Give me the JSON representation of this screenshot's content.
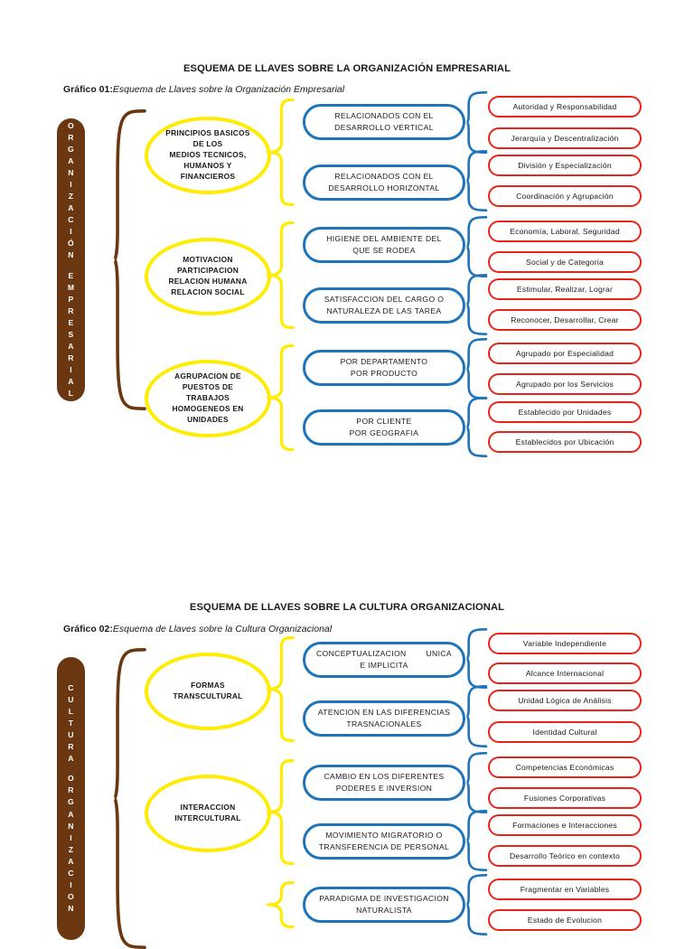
{
  "charts": [
    {
      "doc_title": "ESQUEMA DE LLAVES SOBRE LA ORGANIZACIÓN EMPRESARIAL",
      "caption_label": "Gráfico 01:",
      "caption_text": "Esquema de Llaves sobre la Organización Empresarial",
      "root_label": "ORGANIZACIÓN EMPRESARIAL",
      "root_line1": "ORGANIZACIÓN",
      "root_line2": "EMPRESARIAL",
      "colors": {
        "root": "#6b3710",
        "level1": "#ffec00",
        "level2": "#1d74ba",
        "level3": "#e8231b"
      },
      "branches": [
        {
          "level1": "PRINCIPIOS BASICOS\nDE LOS\nMEDIOS TECNICOS,\nHUMANOS Y\nFINANCIEROS",
          "level2": [
            {
              "line1": "RELACIONADOS CON EL",
              "line2": "DESARROLLO VERTICAL",
              "justified": false,
              "level3": [
                "Autoridad y Responsabilidad",
                "Jerarquía y Descentralización"
              ]
            },
            {
              "line1": "RELACIONADOS CON EL",
              "line2": "DESARROLLO HORIZONTAL",
              "justified": false,
              "level3": [
                "División y Especialización",
                "Coordinación y Agrupación"
              ]
            }
          ]
        },
        {
          "level1": "MOTIVACION\nPARTICIPACION\nRELACION HUMANA\nRELACION SOCIAL",
          "level2": [
            {
              "line1": "HIGIENE DEL AMBIENTE DEL",
              "line2": "QUE SE RODEA",
              "justified": false,
              "level3": [
                "Economía, Laboral, Seguridad",
                "Social y de Categoria"
              ]
            },
            {
              "line1": "SATISFACCION DEL CARGO O",
              "line2": "NATURALEZA DE LAS TAREA",
              "justified": false,
              "level3": [
                "Estimular, Realizar, Lograr",
                "Reconocer, Desarrollar, Crear"
              ]
            }
          ]
        },
        {
          "level1": "AGRUPACION DE\nPUESTOS DE\nTRABAJOS\nHOMOGENEOS EN\nUNIDADES",
          "level2": [
            {
              "line1": "POR DEPARTAMENTO",
              "line2": "POR PRODUCTO",
              "justified": false,
              "level3": [
                "Agrupado por Especialidad",
                "Agrupado por los Servicios"
              ]
            },
            {
              "line1": "POR CLIENTE",
              "line2": "POR GEOGRAFIA",
              "justified": false,
              "level3": [
                "Establecido por Unidades",
                "Establecidos por Ubicación"
              ]
            }
          ]
        }
      ]
    },
    {
      "doc_title": "ESQUEMA DE LLAVES SOBRE LA CULTURA ORGANIZACIONAL",
      "caption_label": "Gráfico 02:",
      "caption_text": "Esquema de Llaves sobre la Cultura Organizacional",
      "root_label": "CULTURA ORGANIZACION",
      "root_line1": "CULTURA",
      "root_line2": "ORGANIZACION",
      "colors": {
        "root": "#6b3710",
        "level1": "#ffec00",
        "level2": "#1d74ba",
        "level3": "#e8231b"
      },
      "branches": [
        {
          "level1": "FORMAS\nTRANSCULTURAL",
          "level2": [
            {
              "line1": "CONCEPTUALIZACION",
              "line1b": "UNICA",
              "line2": "E IMPLICITA",
              "justified": true,
              "level3": [
                "Variable Independiente",
                "Alcance Internacional"
              ]
            },
            {
              "line1": "ATENCION EN LAS DIFERENCIAS",
              "line2": "TRASNACIONALES",
              "justified": false,
              "level3": [
                "Unidad Lógica de Análisis",
                "Identidad Cultural"
              ]
            }
          ]
        },
        {
          "level1": "INTERACCION\nINTERCULTURAL",
          "level2": [
            {
              "line1": "CAMBIO EN LOS DIFERENTES",
              "line2": "PODERES E INVERSION",
              "justified": false,
              "level3": [
                "Competencias Económicas",
                "Fusiones Corporativas"
              ]
            },
            {
              "line1": "MOVIMIENTO MIGRATORIO O",
              "line2": "TRANSFERENCIA DE PERSONAL",
              "justified": false,
              "level3": [
                "Formaciones e Interacciones",
                "Desarrollo Teórico en contexto"
              ]
            }
          ]
        },
        {
          "level1": "",
          "level2": [
            {
              "line1": "PARADIGMA DE INVESTIGACION",
              "line2": "NATURALISTA",
              "justified": false,
              "level3": [
                "Fragmentar en Variables",
                "Estado de Evolucion"
              ]
            }
          ]
        }
      ]
    }
  ]
}
